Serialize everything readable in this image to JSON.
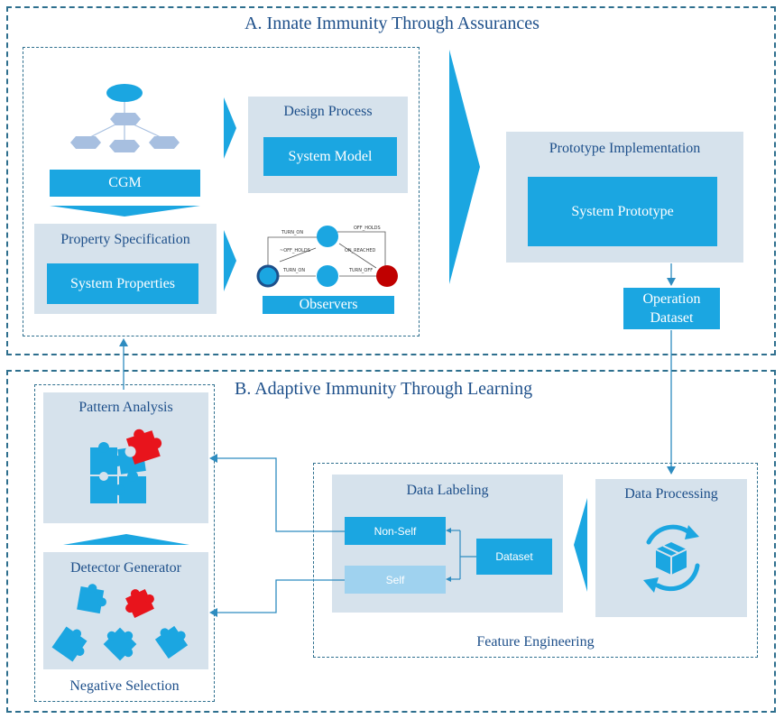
{
  "section_a": {
    "title": "A. Innate Immunity Through Assurances"
  },
  "section_b": {
    "title": "B. Adaptive Immunity Through Learning"
  },
  "cgm": {
    "label": "CGM"
  },
  "design_process": {
    "title": "Design Process",
    "box": "System Model"
  },
  "property_spec": {
    "title": "Property Specification",
    "box": "System Properties"
  },
  "observers": {
    "label": "Observers",
    "transitions": [
      "TURN_ON",
      "OFF_HOLDS",
      "~OFF_HOLDS",
      "ON_REACHED",
      "TURN_ON",
      "TURN_OFF"
    ]
  },
  "prototype": {
    "title": "Prototype Implementation",
    "box": "System Prototype"
  },
  "operation_dataset": {
    "line1": "Operation",
    "line2": "Dataset"
  },
  "pattern_analysis": {
    "title": "Pattern Analysis"
  },
  "detector_generator": {
    "title": "Detector Generator"
  },
  "negative_selection": {
    "label": "Negative Selection"
  },
  "data_labeling": {
    "title": "Data Labeling",
    "non_self": "Non-Self",
    "self": "Self",
    "dataset": "Dataset"
  },
  "data_processing": {
    "title": "Data Processing"
  },
  "feature_engineering": {
    "label": "Feature Engineering"
  },
  "colors": {
    "accent_blue": "#1ba6e1",
    "light_blue": "#9fd2ef",
    "panel_gray": "#d6e2ec",
    "frame": "#2e6f8e",
    "title_text": "#1d4f8a",
    "puzzle_red": "#e8141c",
    "observer_red": "#c00000",
    "hexagon": "#a7bfe0"
  }
}
